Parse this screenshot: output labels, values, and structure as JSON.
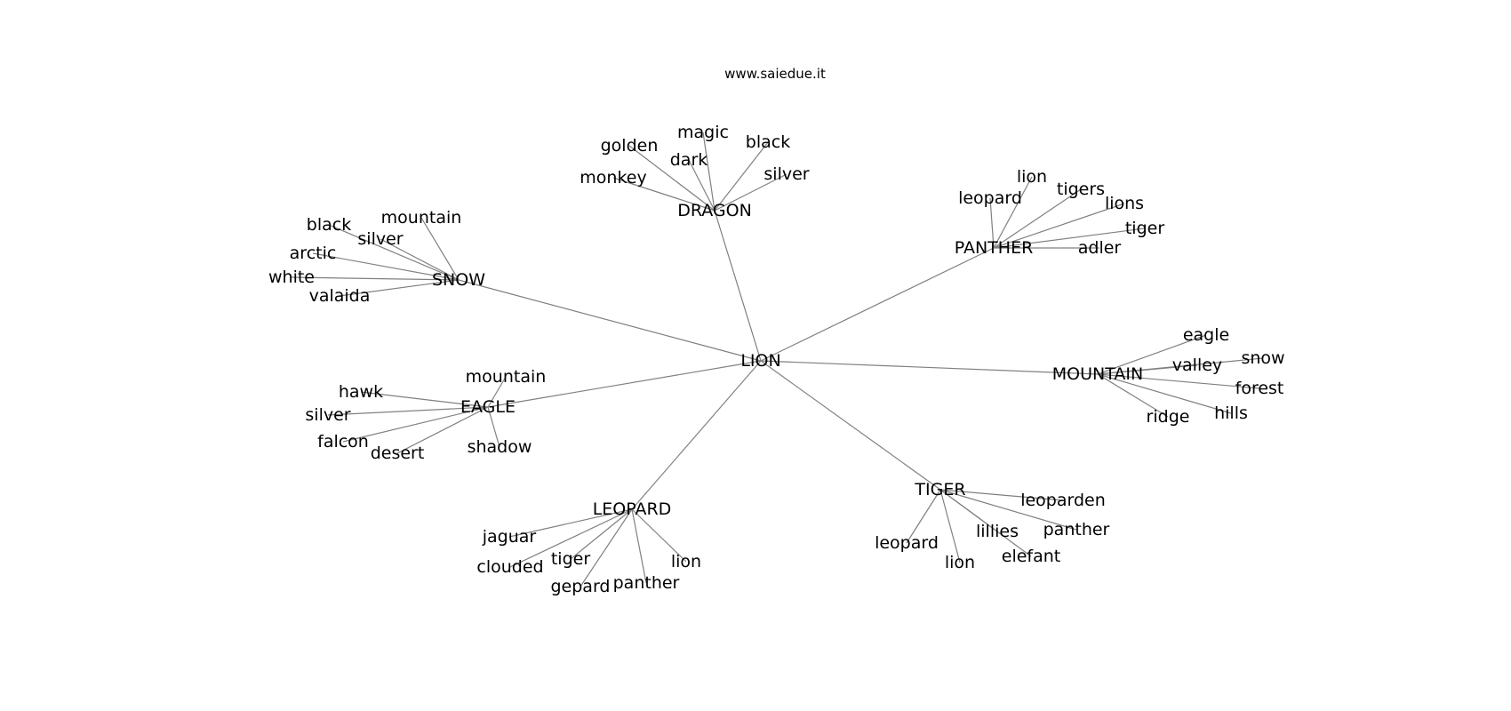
{
  "watermark": "www.saiedue.it",
  "graph": {
    "root": "LION",
    "hubs": [
      {
        "id": "DRAGON",
        "label": "DRAGON",
        "leaves": [
          "golden",
          "magic",
          "dark",
          "black",
          "silver",
          "monkey"
        ]
      },
      {
        "id": "PANTHER",
        "label": "PANTHER",
        "leaves": [
          "lion",
          "leopard",
          "tigers",
          "lions",
          "tiger",
          "adler"
        ]
      },
      {
        "id": "SNOW",
        "label": "SNOW",
        "leaves": [
          "mountain",
          "black",
          "silver",
          "arctic",
          "white",
          "valaida"
        ]
      },
      {
        "id": "MOUNTAIN",
        "label": "MOUNTAIN",
        "leaves": [
          "eagle",
          "snow",
          "valley",
          "forest",
          "hills",
          "ridge"
        ]
      },
      {
        "id": "EAGLE",
        "label": "EAGLE",
        "leaves": [
          "mountain",
          "hawk",
          "silver",
          "falcon",
          "desert",
          "shadow"
        ]
      },
      {
        "id": "TIGER",
        "label": "TIGER",
        "leaves": [
          "leoparden",
          "lillies",
          "panther",
          "leopard",
          "elefant",
          "lion"
        ]
      },
      {
        "id": "LEOPARD",
        "label": "LEOPARD",
        "leaves": [
          "jaguar",
          "clouded",
          "tiger",
          "lion",
          "gepard",
          "panther"
        ]
      }
    ]
  }
}
